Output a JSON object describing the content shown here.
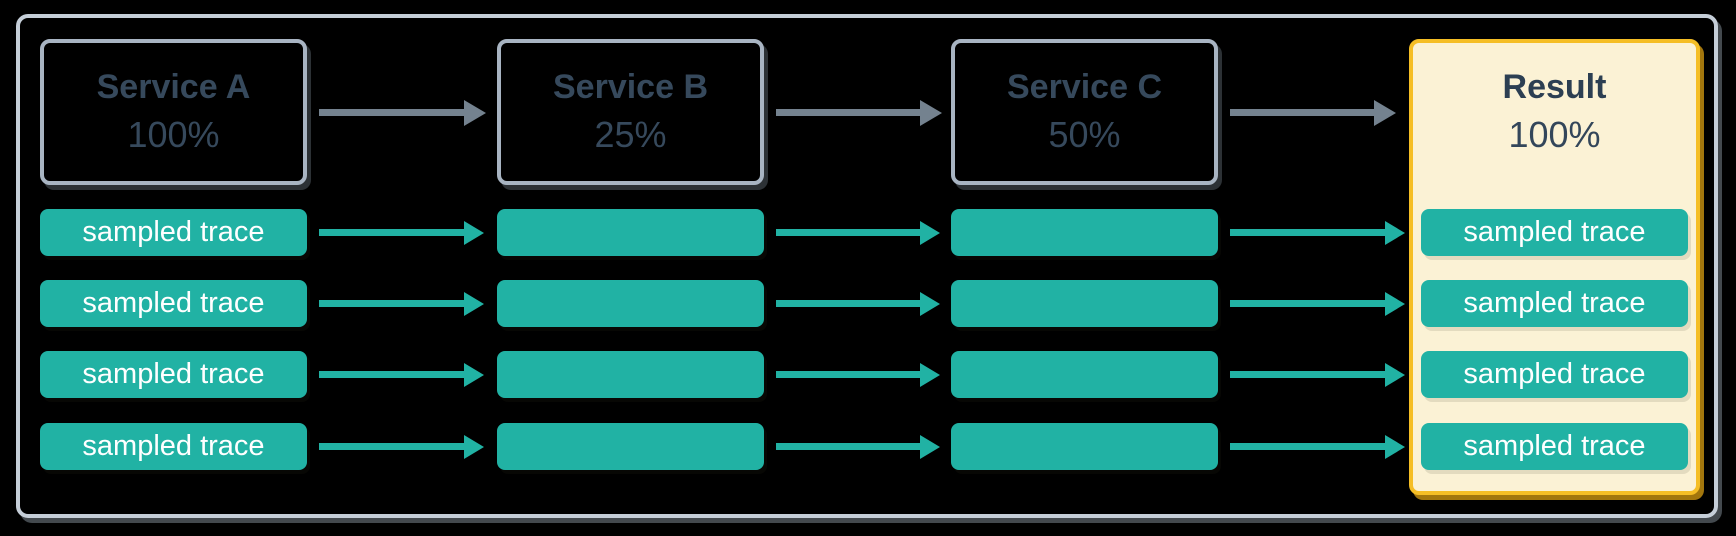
{
  "diagram": {
    "columns": [
      {
        "title": "Service A",
        "rate": "100%"
      },
      {
        "title": "Service B",
        "rate": "25%"
      },
      {
        "title": "Service C",
        "rate": "50%"
      },
      {
        "title": "Result",
        "rate": "100%"
      }
    ],
    "trace_label": "sampled trace",
    "trace_rows": 4,
    "colors": {
      "background": "#000000",
      "frame_border": "#C5CED8",
      "service_box_border": "#A8B4C2",
      "service_text": "#36495C",
      "trace_teal": "#21B2A4",
      "trace_text": "#FFFFFF",
      "gray_arrow": "#74828F",
      "result_background": "#FBF2D5",
      "result_border": "#F5BE25",
      "result_text": "#2C3F52"
    }
  }
}
